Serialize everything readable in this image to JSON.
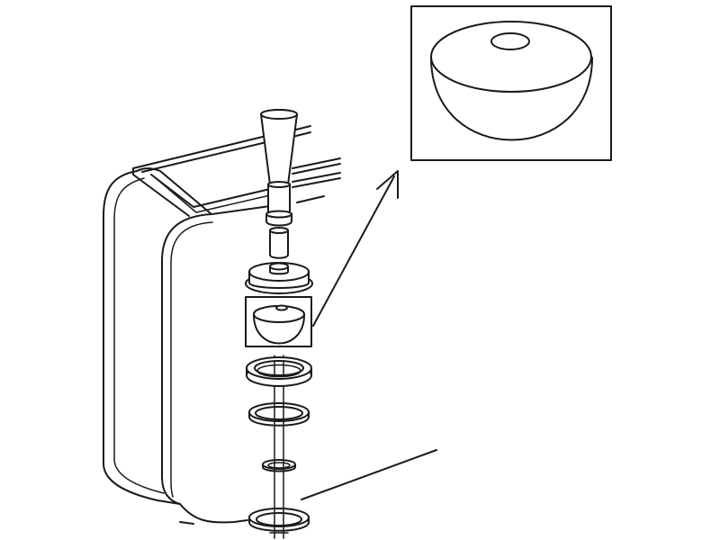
{
  "diagram": {
    "kind": "exploded-view line drawing",
    "colors": {
      "line": "#1a1a1a",
      "background": "#ffffff"
    },
    "parts": [
      "tank",
      "tapered-handle",
      "cylinder-stem",
      "top-cap-with-knob",
      "hemispherical-plug",
      "large-seal-ring",
      "flat-ring-washer",
      "small-ring",
      "bottom-ring",
      "vertical-rod",
      "inset-enlarged-plug",
      "callout-arrow"
    ]
  }
}
